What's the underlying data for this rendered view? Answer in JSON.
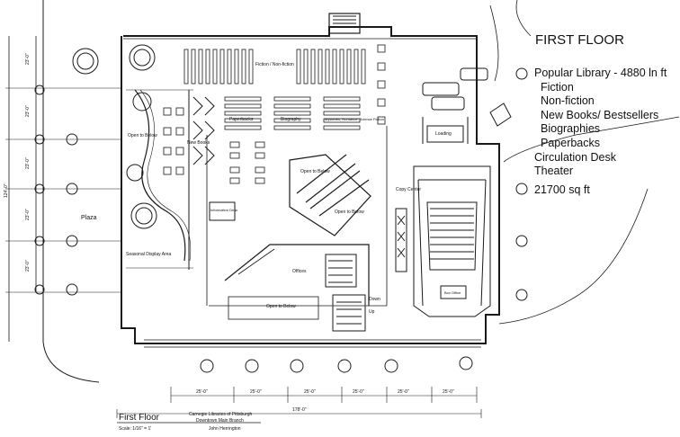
{
  "legend": {
    "title": "FIRST FLOOR",
    "items": [
      {
        "text": "Popular Library - 4880 ln ft",
        "indent": false
      },
      {
        "text": "Fiction",
        "indent": true
      },
      {
        "text": "Non-fiction",
        "indent": true
      },
      {
        "text": "New Books/ Bestsellers",
        "indent": true
      },
      {
        "text": "Biographies",
        "indent": true
      },
      {
        "text": "Paperbacks",
        "indent": true
      },
      {
        "text": "Circulation Desk",
        "indent": false
      },
      {
        "text": "Theater",
        "indent": false
      }
    ],
    "area": "21700 sq ft"
  },
  "plan_labels": {
    "fiction_nonfiction": "Fiction / Non-fiction",
    "paperbacks": "Paperbacks",
    "biography": "Biography",
    "new_books": "Mysteries, Romance, Science Fiction",
    "new_books_left": "New Books",
    "open_to_below_1": "Open to Below",
    "open_to_below_2": "Open to Below",
    "open_to_below_3": "Open to Below",
    "open_to_below_4": "Open to Below",
    "information_desk": "Information Desk",
    "offices": "Offices",
    "loading": "Loading",
    "copy_center": "Copy Center",
    "box_office": "Box Office",
    "plaza": "Plaza",
    "seasonal_display": "Seasonal Display Area",
    "down": "Down",
    "up": "Up"
  },
  "dimensions": {
    "bay": "25'-0\"",
    "total": "178'-0\"",
    "side": "23'-0\"",
    "height_total": "124'-0\""
  },
  "title_block": {
    "drawing_title": "First Floor",
    "scale": "Scale: 1/16\" = 1'",
    "client_line1": "Carnegie Libraries of Pittsburgh",
    "client_line2": "Downtown Main Branch",
    "author": "John Herrington"
  },
  "colors": {
    "line": "#1a1a1a",
    "paper": "#ffffff"
  }
}
